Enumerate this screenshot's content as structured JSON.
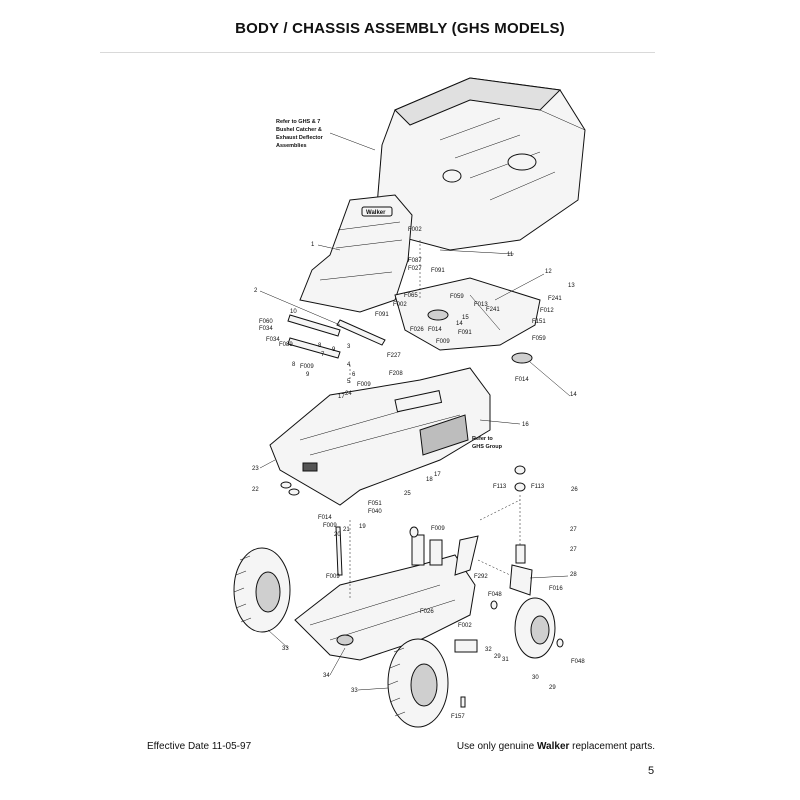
{
  "header": {
    "title": "BODY / CHASSIS ASSEMBLY (GHS MODELS)"
  },
  "footer": {
    "effective_date": "Effective Date 11-05-97",
    "notice_prefix": "Use only genuine ",
    "notice_brand": "Walker",
    "notice_suffix": " replacement parts.",
    "page_number": "5"
  },
  "diagram": {
    "seat_brand": "Walker",
    "notes": {
      "catcher_line1": "Refer to GHS & 7",
      "catcher_line2": "Bushel Catcher &",
      "catcher_line3": "Exhaust Deflector",
      "catcher_line4": "Assemblies",
      "ghs_line1": "Refer to",
      "ghs_line2": "GHS Group"
    },
    "callouts": {
      "c1": "1",
      "c2": "2",
      "c3": "3",
      "c4": "4",
      "c5": "5",
      "c6": "6",
      "c7": "7",
      "c8a": "8",
      "c8b": "8",
      "c9a": "9",
      "c9b": "9",
      "c10": "10",
      "c11": "11",
      "c12": "12",
      "c13": "13",
      "c14a": "14",
      "c14b": "14",
      "c15": "15",
      "c16": "16",
      "c17a": "17",
      "c17b": "17",
      "c18": "18",
      "c19": "19",
      "c20": "20",
      "c21": "21",
      "c22": "22",
      "c23": "23",
      "c24": "24",
      "c25": "25",
      "c26": "26",
      "c27a": "27",
      "c27b": "27",
      "c28": "28",
      "c29a": "29",
      "c29b": "29",
      "c30": "30",
      "c31": "31",
      "c32": "32",
      "c33a": "33",
      "c33b": "33",
      "c34": "34",
      "f002a": "F002",
      "f002b": "F002",
      "f002c": "F002",
      "f087": "F087",
      "f027": "F027",
      "f091a": "F091",
      "f091b": "F091",
      "f091c": "F091",
      "f065": "F065",
      "f059a": "F059",
      "f059b": "F059",
      "f013": "F013",
      "f241a": "F241",
      "f241b": "F241",
      "f012": "F012",
      "f151": "F151",
      "f014a": "F014",
      "f014b": "F014",
      "f014c": "F014",
      "f026a": "F026",
      "f026b": "F026",
      "f009a": "F009",
      "f009b": "F009",
      "f009c": "F009",
      "f009d": "F009",
      "f009e": "F009",
      "f009f": "F009",
      "f060": "F060",
      "f034a": "F034",
      "f034b": "F034",
      "f089": "F089",
      "f227": "F227",
      "f208": "F208",
      "f113a": "F113",
      "f113b": "F113",
      "f051": "F051",
      "f040": "F040",
      "f292": "F292",
      "f048a": "F048",
      "f048b": "F048",
      "f016": "F016",
      "f157": "F157"
    }
  }
}
